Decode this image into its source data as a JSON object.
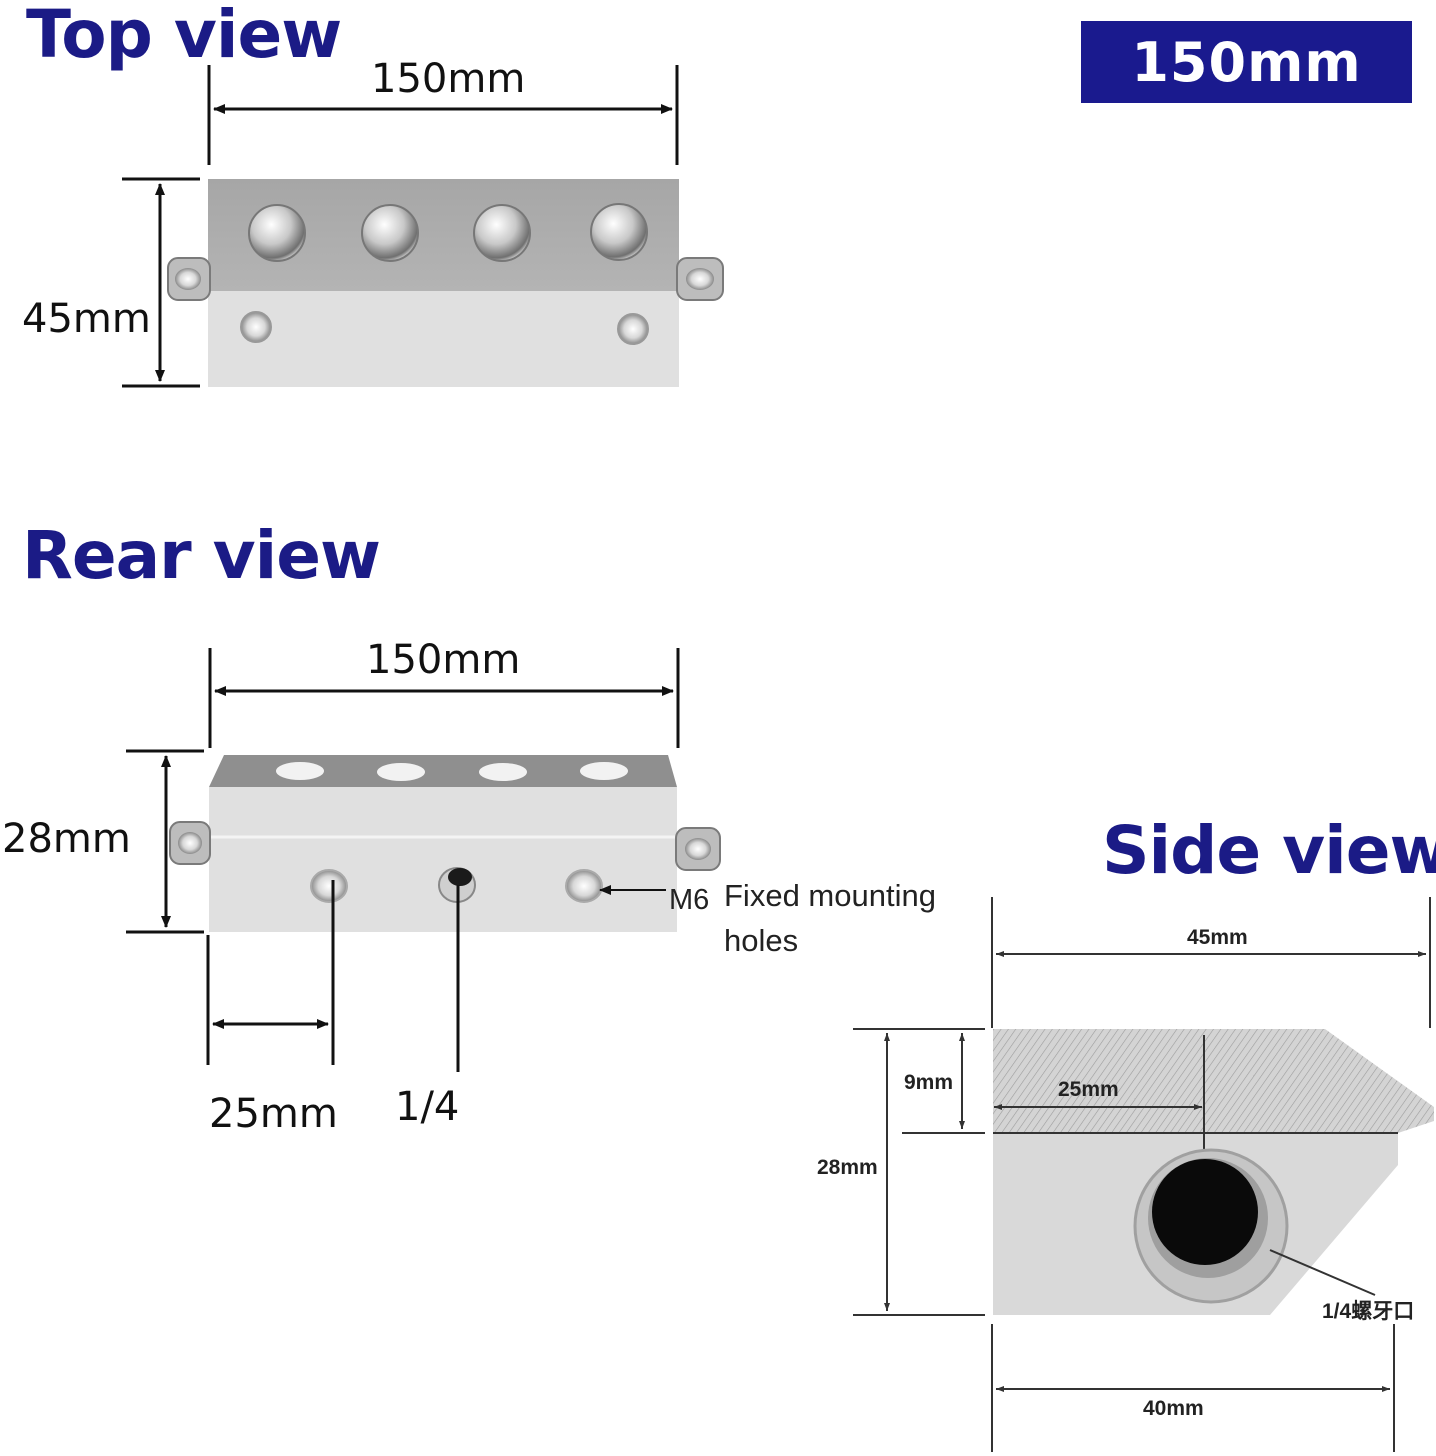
{
  "badge": "150mm",
  "top_view": {
    "title": "Top view",
    "width_label": "150mm",
    "height_label": "45mm"
  },
  "rear_view": {
    "title": "Rear view",
    "width_label": "150mm",
    "height_label": "28mm",
    "spacing_label": "25mm",
    "thread_label": "1/4",
    "m6_label": "M6",
    "mount_note_line1": "Fixed mounting",
    "mount_note_line2": "holes"
  },
  "side_view": {
    "title": "Side view",
    "width_label": "45mm",
    "height_label": "28mm",
    "top_thickness_label": "9mm",
    "hole_offset_label": "25mm",
    "base_width_label": "40mm",
    "thread_label": "1/4螺牙口"
  },
  "colors": {
    "heading": "#1b1b86",
    "badge_bg": "#1a1a8e",
    "metal_light": "#e2e2e2",
    "metal_dark": "#a9a9a9"
  }
}
